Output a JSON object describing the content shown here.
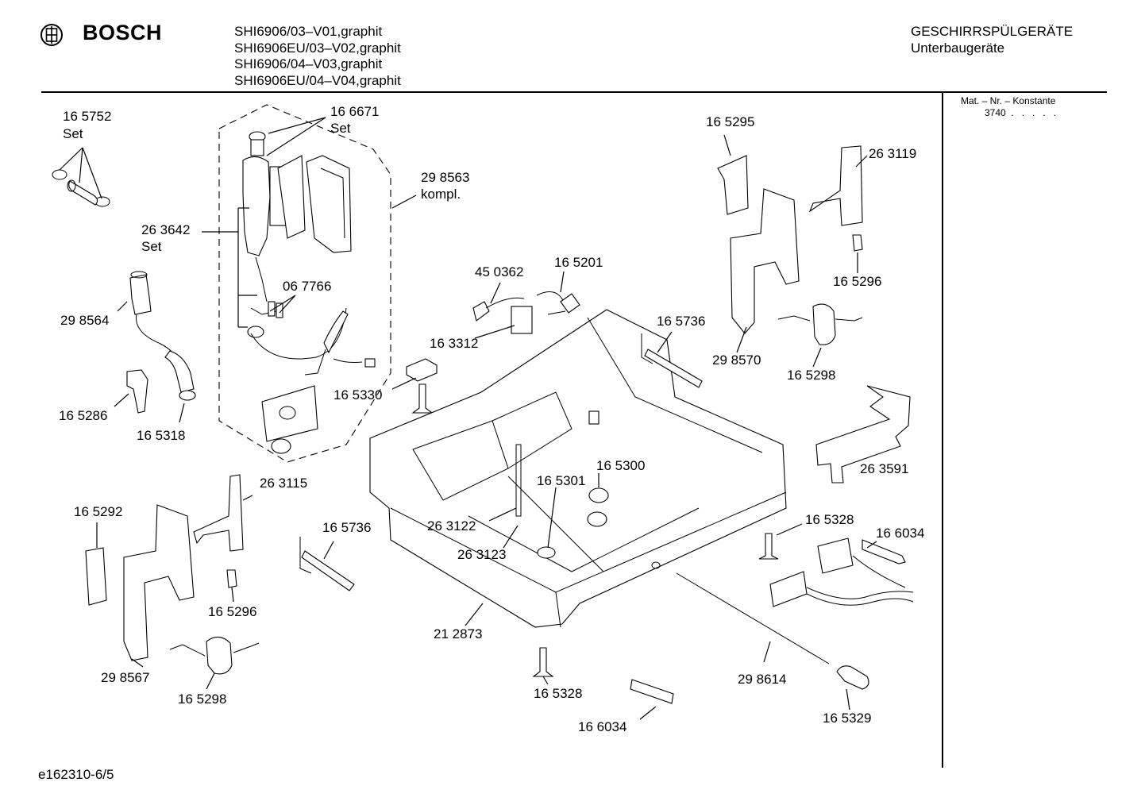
{
  "header": {
    "brand": "BOSCH",
    "brand_icon": "bosch-armature-logo",
    "models": [
      "SHI6906/03–V01,graphit",
      "SHI6906EU/03–V02,graphit",
      "SHI6906/04–V03,graphit",
      "SHI6906EU/04–V04,graphit"
    ],
    "category_line1": "GESCHIRRSPÜLGERÄTE",
    "category_line2": "Unterbaugeräte"
  },
  "side_panel": {
    "title": "Mat. – Nr. – Konstante",
    "value": "3740  .   .   .   .   ."
  },
  "footer": {
    "ref": "e162310-6/5"
  },
  "parts": [
    {
      "id": "p1",
      "number": "16 5752",
      "note": "Set"
    },
    {
      "id": "p2",
      "number": "16 6671",
      "note": "Set"
    },
    {
      "id": "p3",
      "number": "29 8563",
      "note": "kompl."
    },
    {
      "id": "p4",
      "number": "26 3642",
      "note": "Set"
    },
    {
      "id": "p5",
      "number": "29 8564",
      "note": ""
    },
    {
      "id": "p6",
      "number": "06 7766",
      "note": ""
    },
    {
      "id": "p7",
      "number": "16 5286",
      "note": ""
    },
    {
      "id": "p8",
      "number": "16 5318",
      "note": ""
    },
    {
      "id": "p9",
      "number": "45 0362",
      "note": ""
    },
    {
      "id": "p10",
      "number": "16 5201",
      "note": ""
    },
    {
      "id": "p11",
      "number": "16 3312",
      "note": ""
    },
    {
      "id": "p12",
      "number": "16 5330",
      "note": ""
    },
    {
      "id": "p13",
      "number": "16 5295",
      "note": ""
    },
    {
      "id": "p14",
      "number": "26 3119",
      "note": ""
    },
    {
      "id": "p15",
      "number": "16 5296",
      "note": ""
    },
    {
      "id": "p16",
      "number": "16 5736",
      "note": ""
    },
    {
      "id": "p17",
      "number": "29 8570",
      "note": ""
    },
    {
      "id": "p18",
      "number": "16 5298",
      "note": ""
    },
    {
      "id": "p19",
      "number": "26 3591",
      "note": ""
    },
    {
      "id": "p20",
      "number": "26 3115",
      "note": ""
    },
    {
      "id": "p21",
      "number": "16 5292",
      "note": ""
    },
    {
      "id": "p22",
      "number": "16 5736",
      "note": ""
    },
    {
      "id": "p23",
      "number": "16 5300",
      "note": ""
    },
    {
      "id": "p24",
      "number": "16 5301",
      "note": ""
    },
    {
      "id": "p25",
      "number": "26 3122",
      "note": ""
    },
    {
      "id": "p26",
      "number": "26 3123",
      "note": ""
    },
    {
      "id": "p27",
      "number": "16 5328",
      "note": ""
    },
    {
      "id": "p28",
      "number": "16 6034",
      "note": ""
    },
    {
      "id": "p29",
      "number": "16 5296",
      "note": ""
    },
    {
      "id": "p30",
      "number": "29 8567",
      "note": ""
    },
    {
      "id": "p31",
      "number": "16 5298",
      "note": ""
    },
    {
      "id": "p32",
      "number": "21 2873",
      "note": ""
    },
    {
      "id": "p33",
      "number": "16 5328",
      "note": ""
    },
    {
      "id": "p34",
      "number": "16 6034",
      "note": ""
    },
    {
      "id": "p35",
      "number": "29 8614",
      "note": ""
    },
    {
      "id": "p36",
      "number": "16 5329",
      "note": ""
    }
  ]
}
